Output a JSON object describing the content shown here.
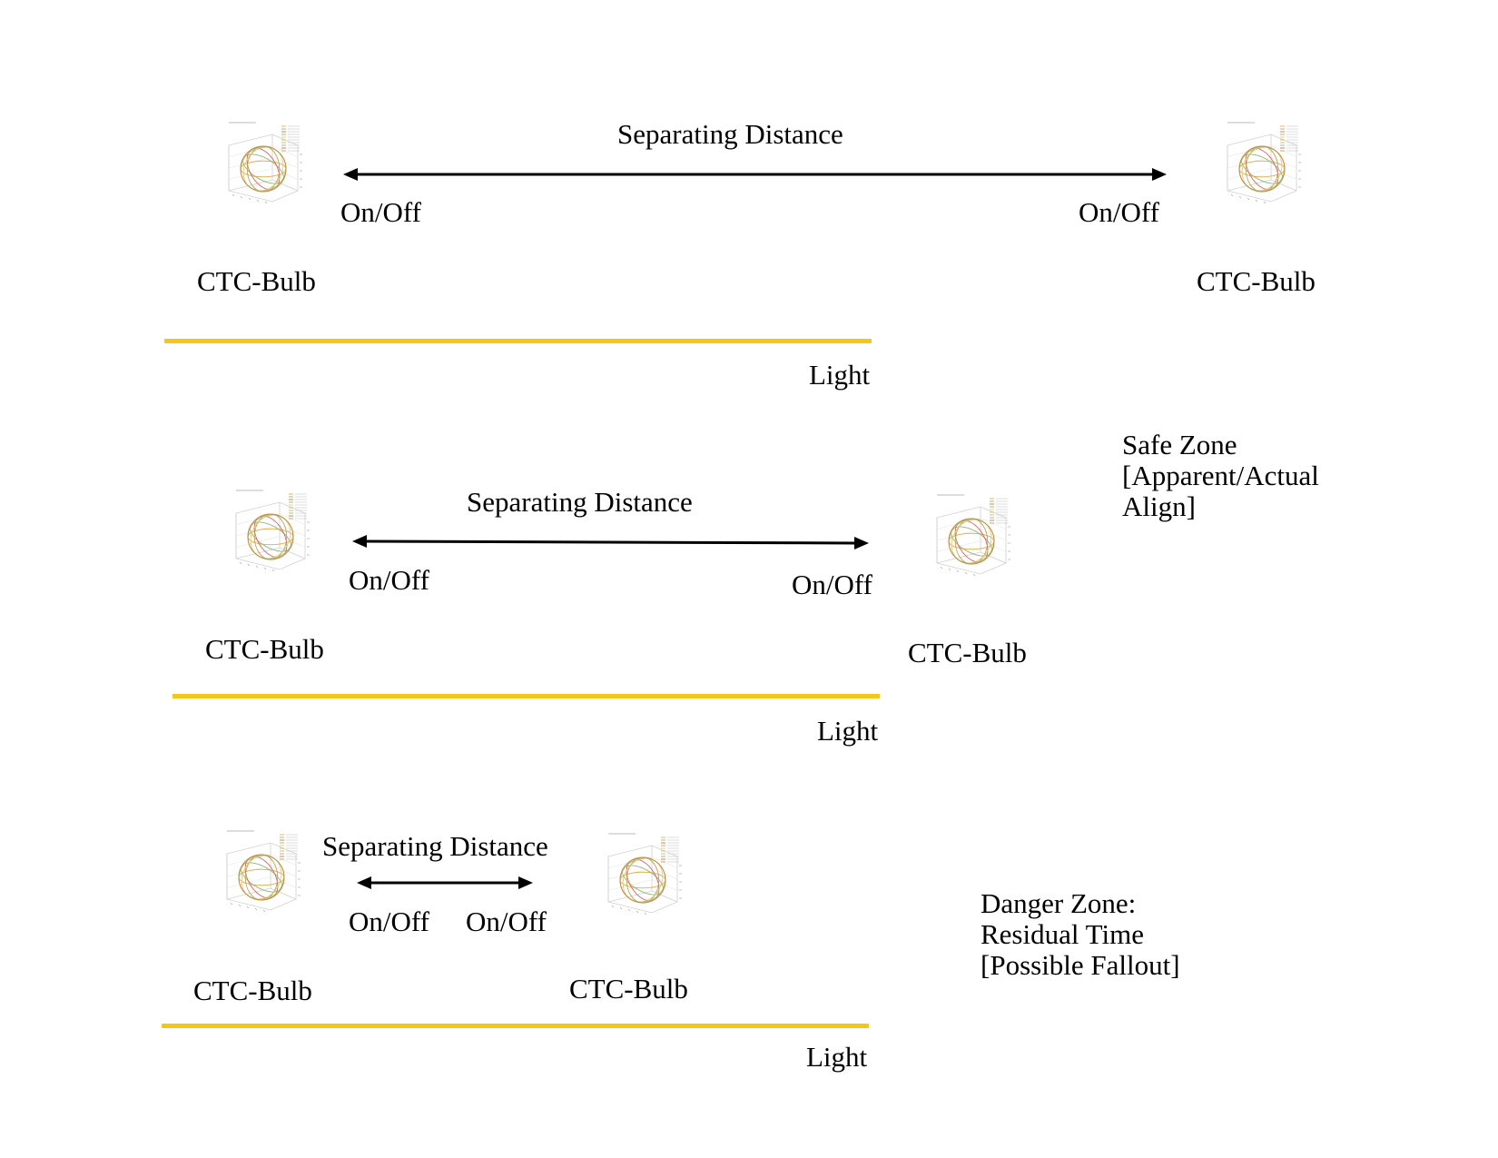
{
  "colors": {
    "light_bar": "#f5c518",
    "arrow": "#000000",
    "background": "#ffffff"
  },
  "icon": "sphere-trajectory-plot-thumbnail",
  "rows": [
    {
      "separating_label": "Separating Distance",
      "left_switch": "On/Off",
      "right_switch": "On/Off",
      "left_bulb": "CTC-Bulb",
      "right_bulb": "CTC-Bulb",
      "light_label": "Light"
    },
    {
      "separating_label": "Separating Distance",
      "left_switch": "On/Off",
      "right_switch": "On/Off",
      "left_bulb": "CTC-Bulb",
      "right_bulb": "CTC-Bulb",
      "light_label": "Light"
    },
    {
      "separating_label": "Separating Distance",
      "left_switch": "On/Off",
      "right_switch": "On/Off",
      "left_bulb": "CTC-Bulb",
      "right_bulb": "CTC-Bulb",
      "light_label": "Light"
    }
  ],
  "safe_zone": {
    "lines": [
      "Safe Zone",
      "[Apparent/Actual",
      "Align]"
    ]
  },
  "danger_zone": {
    "lines": [
      "Danger Zone:",
      "Residual Time",
      "[Possible Fallout]"
    ]
  }
}
